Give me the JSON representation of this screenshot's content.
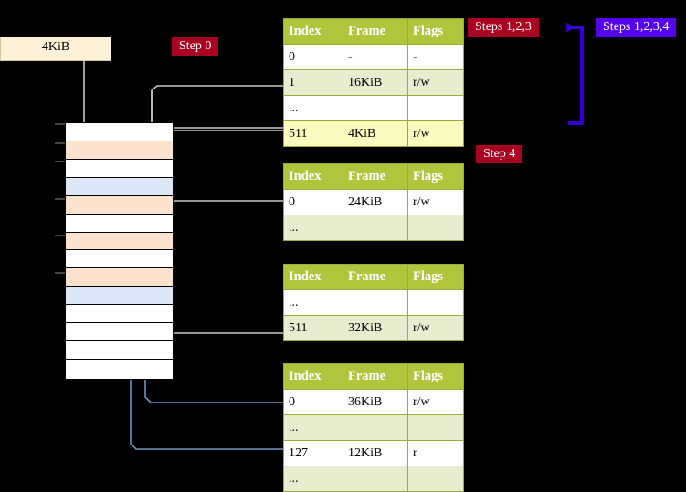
{
  "figure": {
    "title_absent": true,
    "background": "#000000",
    "palette": {
      "table_header": "#b0c43c",
      "table_alt_row": "#e7edcf",
      "table_highlight_row": "#fbfbc0",
      "badge_crimson": "#aa0022",
      "badge_violet": "#5500ee",
      "memory_peach": "#fde3ce",
      "memory_blue": "#dce8f8",
      "connector_gray": "#c8c8c8",
      "connector_blue": "#6f90c0",
      "kbox_fill": "#fdf2d8"
    }
  },
  "size_box": {
    "label": "4KiB"
  },
  "badges": [
    {
      "id": "step0",
      "label": "Step 0",
      "color": "crimson"
    },
    {
      "id": "step123",
      "label": "Steps 1,2,3",
      "color": "crimson"
    },
    {
      "id": "step1234",
      "label": "Steps 1,2,3,4",
      "color": "violet"
    },
    {
      "id": "step4",
      "label": "Step 4",
      "color": "crimson"
    }
  ],
  "tables": [
    {
      "id": "level4",
      "headers": [
        "Index",
        "Frame",
        "Flags"
      ],
      "rows": [
        {
          "style": "plain",
          "cells": [
            "0",
            "-",
            "-"
          ]
        },
        {
          "style": "alt",
          "cells": [
            "1",
            "16KiB",
            "r/w"
          ]
        },
        {
          "style": "plain",
          "cells": [
            "...",
            "",
            ""
          ]
        },
        {
          "style": "hl",
          "cells": [
            "511",
            "4KiB",
            "r/w"
          ]
        }
      ]
    },
    {
      "id": "level3",
      "headers": [
        "Index",
        "Frame",
        "Flags"
      ],
      "rows": [
        {
          "style": "plain",
          "cells": [
            "0",
            "24KiB",
            "r/w"
          ]
        },
        {
          "style": "alt",
          "cells": [
            "...",
            "",
            ""
          ]
        }
      ]
    },
    {
      "id": "level2",
      "headers": [
        "Index",
        "Frame",
        "Flags"
      ],
      "rows": [
        {
          "style": "plain",
          "cells": [
            "...",
            "",
            ""
          ]
        },
        {
          "style": "alt",
          "cells": [
            "511",
            "32KiB",
            "r/w"
          ]
        }
      ]
    },
    {
      "id": "level1",
      "headers": [
        "Index",
        "Frame",
        "Flags"
      ],
      "rows": [
        {
          "style": "plain",
          "cells": [
            "0",
            "36KiB",
            "r/w"
          ]
        },
        {
          "style": "alt",
          "cells": [
            "...",
            "",
            ""
          ]
        },
        {
          "style": "plain",
          "cells": [
            "127",
            "12KiB",
            "r"
          ]
        },
        {
          "style": "alt",
          "cells": [
            "...",
            "",
            ""
          ]
        }
      ]
    }
  ],
  "memory_column": {
    "rows": [
      {
        "fill": "white"
      },
      {
        "fill": "peach"
      },
      {
        "fill": "white"
      },
      {
        "fill": "blue"
      },
      {
        "fill": "peach"
      },
      {
        "fill": "white"
      },
      {
        "fill": "peach"
      },
      {
        "fill": "white"
      },
      {
        "fill": "peach"
      },
      {
        "fill": "blue"
      },
      {
        "fill": "white"
      },
      {
        "fill": "white"
      },
      {
        "fill": "white"
      },
      {
        "fill": "white"
      }
    ]
  }
}
